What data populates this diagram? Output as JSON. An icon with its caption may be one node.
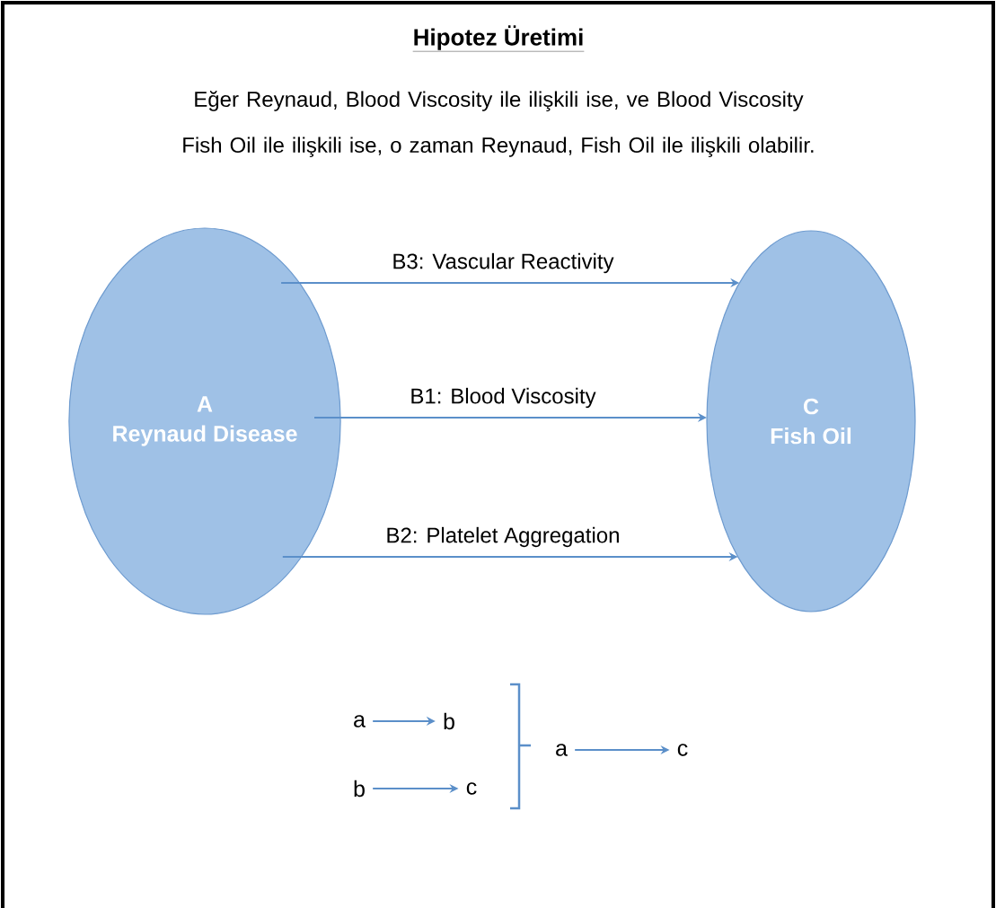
{
  "diagram": {
    "title": "Hipotez Üretimi",
    "nodes": [
      {
        "text": [
          "A",
          "Reynaud Disease"
        ]
      },
      {
        "text": [
          "C",
          "Fish Oil"
        ]
      },
      {
        "text": [
          "a"
        ]
      },
      {
        "text": [
          "b"
        ]
      },
      {
        "text": [
          "b"
        ]
      },
      {
        "text": [
          "c"
        ]
      },
      {
        "text": [
          "a"
        ]
      },
      {
        "text": [
          "c"
        ]
      }
    ],
    "edges": [
      {
        "from": 0,
        "to": 1,
        "arrow": "to",
        "label": "B3: Vascular Reactivity"
      },
      {
        "from": 0,
        "to": 1,
        "arrow": "to",
        "label": "B1: Blood Viscosity"
      },
      {
        "from": 0,
        "to": 1,
        "arrow": "to",
        "label": "B2: Platelet Aggregation"
      },
      {
        "from": 2,
        "to": 3,
        "arrow": "to"
      },
      {
        "from": 4,
        "to": 5,
        "arrow": "to"
      },
      {
        "from": 6,
        "to": 7,
        "arrow": "to"
      }
    ],
    "labels": [
      "Eğer Reynaud, Blood Viscosity ile ilişkili ise, ve Blood Viscosity Fish Oil ile ilişkili ise, o zaman Reynaud, Fish Oil ile ilişkili olabilir."
    ]
  }
}
